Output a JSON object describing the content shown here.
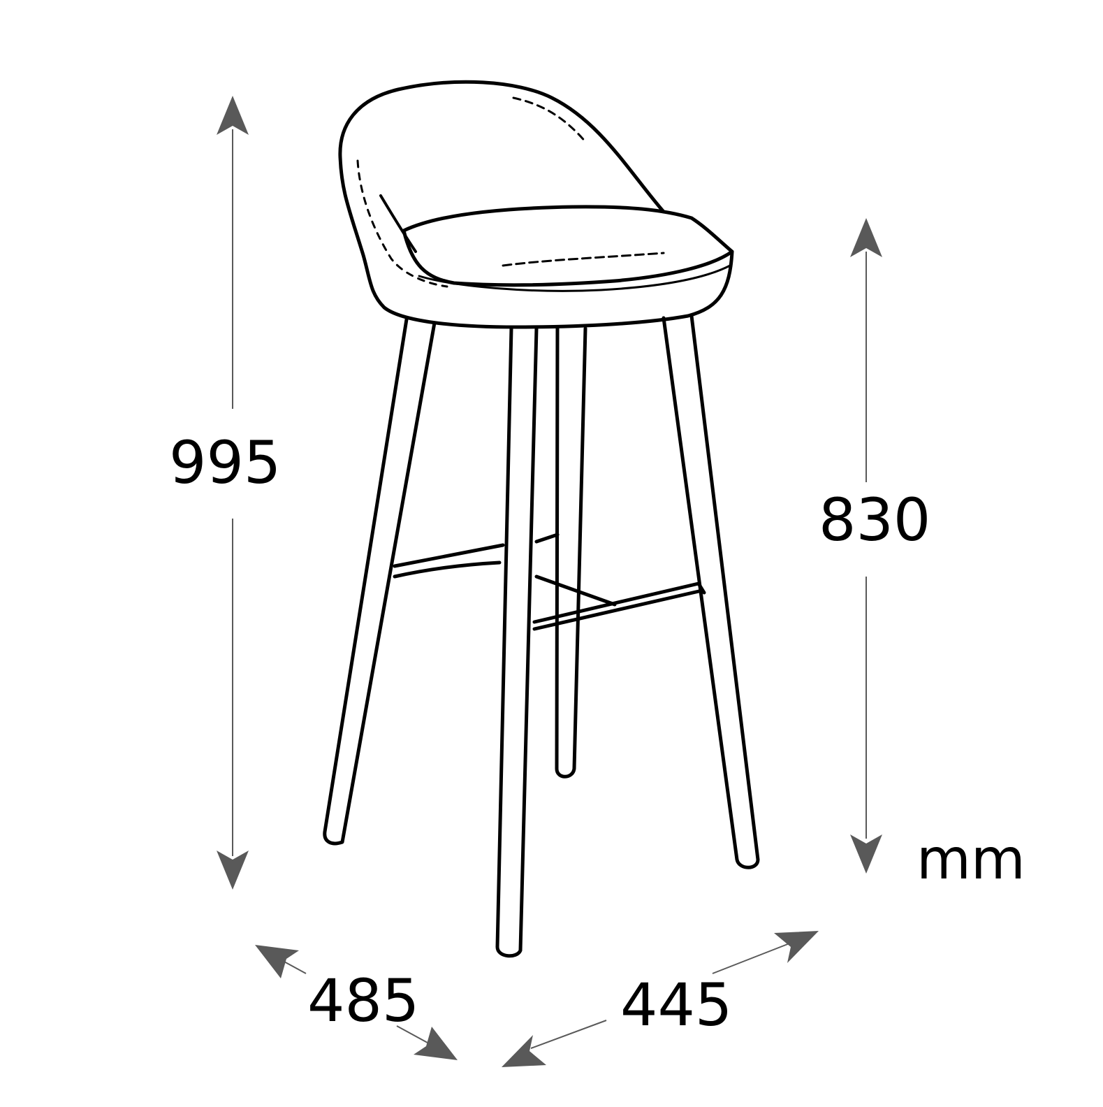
{
  "dimensions": {
    "overall_height": "995",
    "seat_height": "830",
    "depth": "485",
    "width": "445",
    "unit": "mm"
  },
  "colors": {
    "line": "#000000",
    "arrow": "#595959",
    "background": "#ffffff"
  }
}
